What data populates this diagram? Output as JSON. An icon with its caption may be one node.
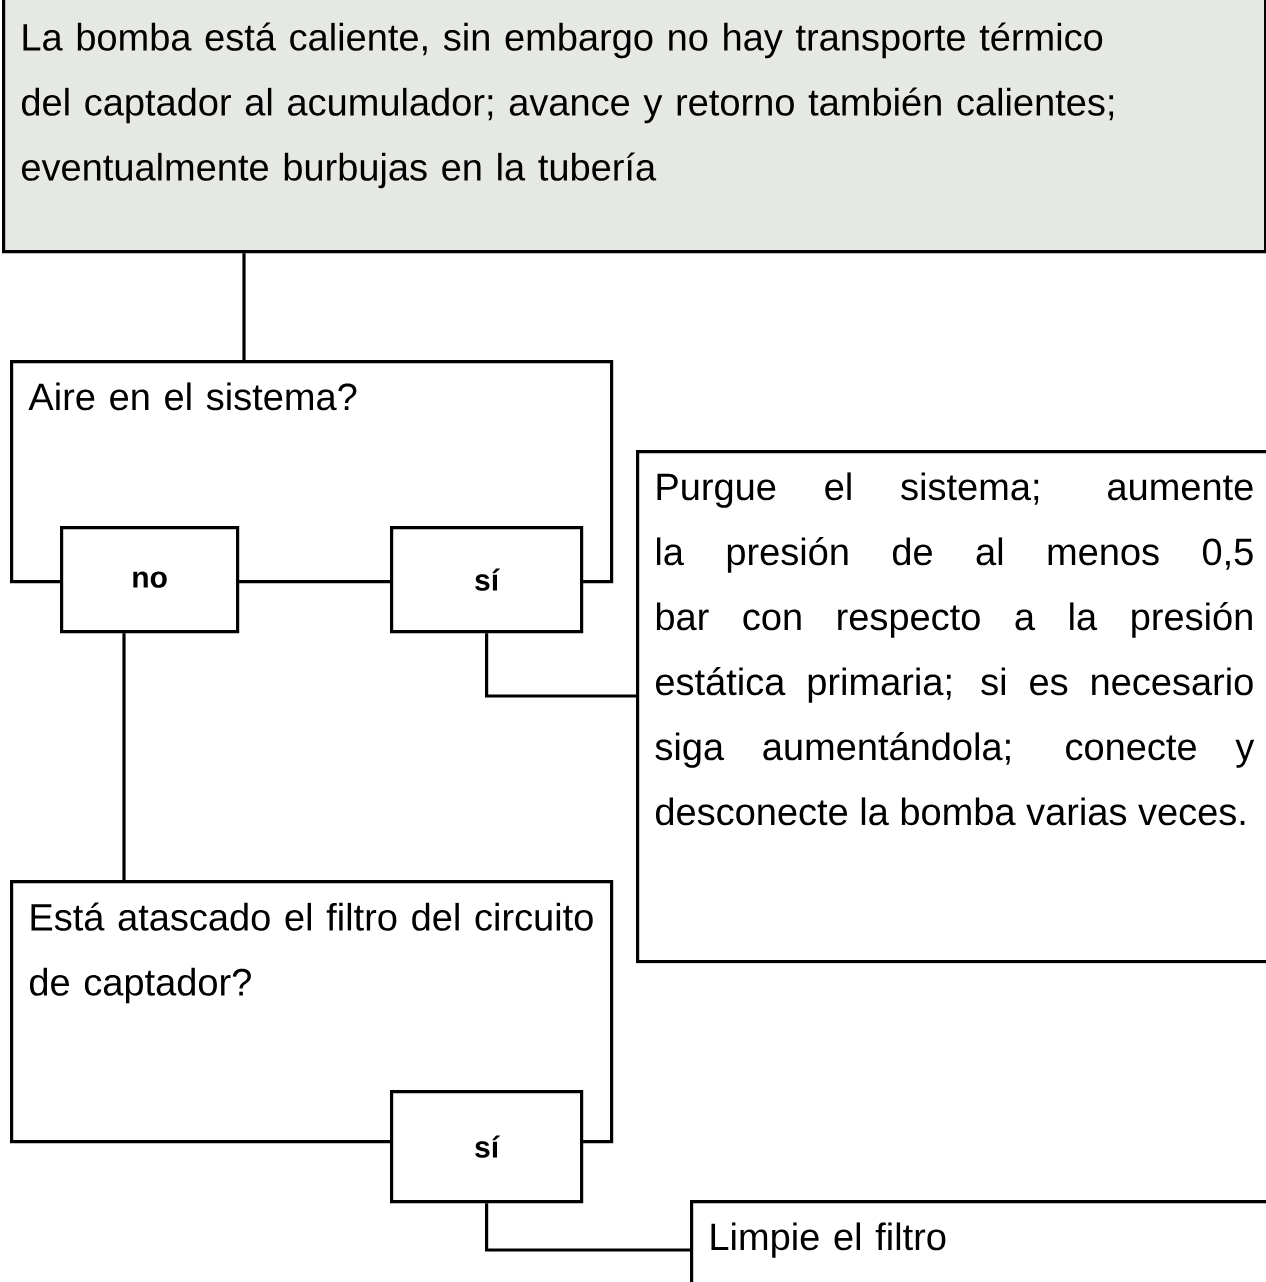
{
  "diagram": {
    "nodes": [
      {
        "text": [
          "La bomba está caliente, sin embargo no hay transporte térmico del captador al acumulador; avance y retorno también calientes; eventualmente burbujas en la tubería"
        ]
      },
      {
        "text": [
          "Aire en el sistema?"
        ]
      },
      {
        "text": [
          "no"
        ]
      },
      {
        "text": [
          "sí"
        ]
      },
      {
        "text": [
          "Purgue el sistema; aumente la presión de al menos 0,5 bar con respecto a la presión estática primaria; si es necesario siga aumentándola; conecte y desconecte la bomba varias veces."
        ]
      },
      {
        "text": [
          "Está atascado el filtro del circuito de captador?"
        ]
      },
      {
        "text": [
          "sí"
        ]
      },
      {
        "text": [
          "Limpie el filtro"
        ]
      }
    ],
    "edges": [
      {
        "from": 0,
        "to": 1,
        "arrow": "none"
      },
      {
        "from": 3,
        "to": 4,
        "arrow": "none"
      },
      {
        "from": 2,
        "to": 5,
        "arrow": "none"
      },
      {
        "from": 6,
        "to": 7,
        "arrow": "none"
      }
    ]
  }
}
